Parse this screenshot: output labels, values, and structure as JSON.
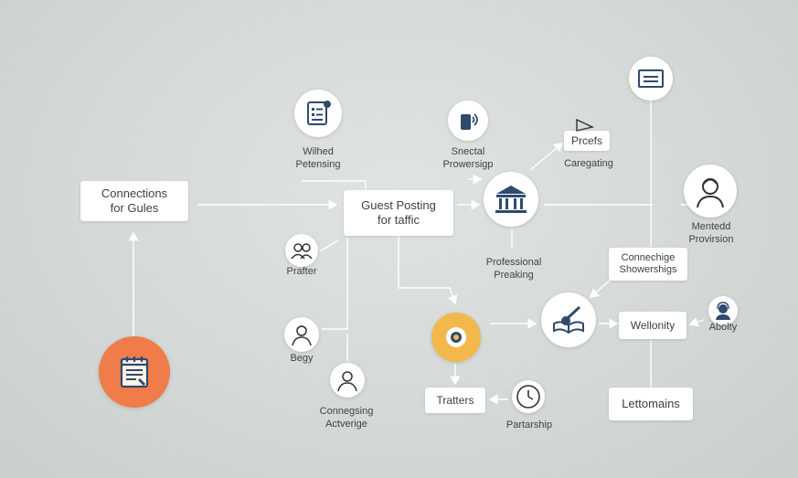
{
  "colors": {
    "accent_orange": "#f07c4a",
    "accent_yellow": "#f2b84b",
    "navy": "#2f4a6d",
    "line": "#ffffff"
  },
  "boxes": {
    "connections": "Connections\nfor Gules",
    "guest_posting": "Guest Posting\nfor taffic",
    "prcefs": "Prcefs",
    "connechige": "Connechige\nShowershigs",
    "wellonity": "Wellonity",
    "tratters": "Tratters",
    "lettomains": "Lettomains"
  },
  "labels": {
    "wilhed": "Wilhed\nPetensing",
    "snectal": "Snectal\nProwersigp",
    "caregating": "Caregating",
    "mentedd": "Mentedd\nProvirsion",
    "prafter": "Prafter",
    "professional": "Professional\nPreaking",
    "begy": "Begy",
    "abolty": "Abolty",
    "connegsing": "Connegsing\nActverige",
    "partarship": "Partarship"
  },
  "icons": {
    "checklist": "checklist-icon",
    "document": "document-icon",
    "phone": "phone-signal-icon",
    "bank": "bank-icon",
    "avatar_large": "user-avatar-icon",
    "group": "group-icon",
    "user_begy": "user-icon",
    "user_conn": "user-outline-icon",
    "calendar": "calendar-note-icon",
    "target": "target-icon",
    "book": "book-pen-icon",
    "clock": "clock-icon",
    "support": "support-agent-icon"
  }
}
